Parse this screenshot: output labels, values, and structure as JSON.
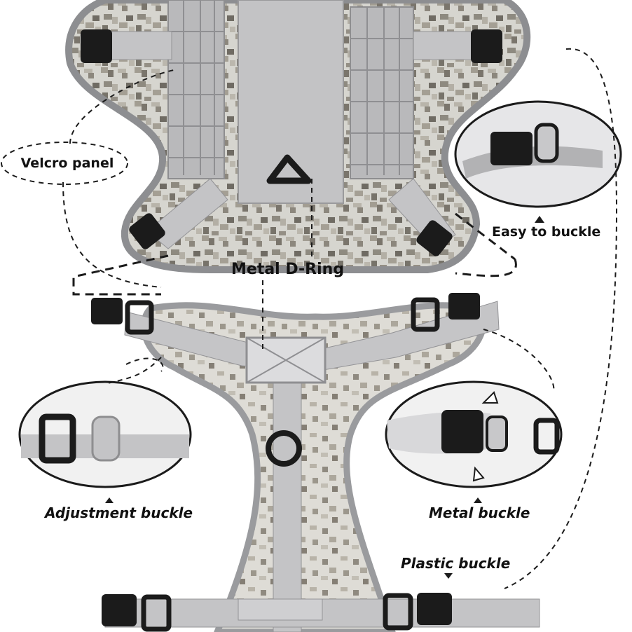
{
  "labels": {
    "velcro_panel": "Velcro panel",
    "easy_to_buckle": "Easy to buckle",
    "metal_d_ring": "Metal D-Ring",
    "adjustment_buckle": "Adjustment buckle",
    "metal_buckle": "Metal buckle",
    "plastic_buckle": "Plastic buckle"
  },
  "colors": {
    "camo_light": "#d9d9d4",
    "camo_mid": "#a8a49a",
    "camo_dark": "#6e6a62",
    "strap_gray": "#c4c4c6",
    "binding_gray": "#9a9b9e",
    "buckle_black": "#1b1b1b",
    "text": "#111111"
  }
}
